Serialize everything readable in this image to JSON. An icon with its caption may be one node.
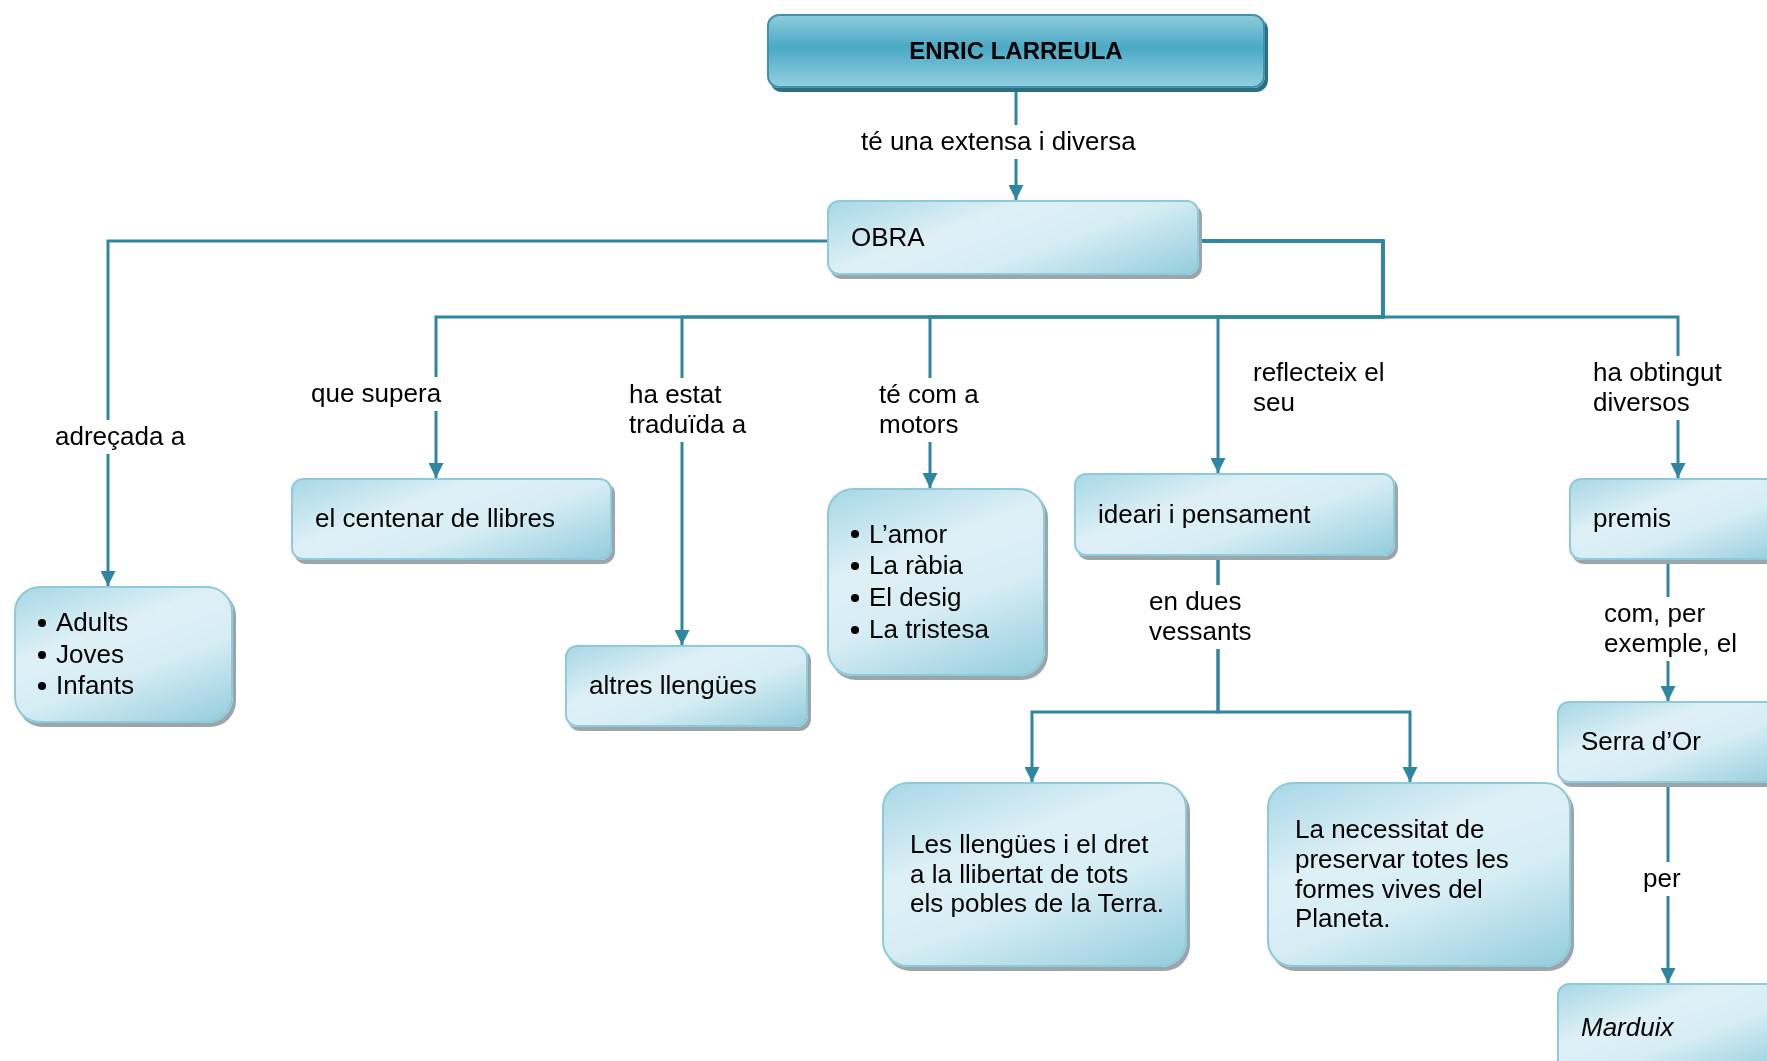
{
  "diagram": {
    "nodes": [
      {
        "text": [
          "ENRIC LARREULA"
        ]
      },
      {
        "text": [
          "OBRA"
        ]
      },
      {
        "text": [
          "Adults",
          "Joves",
          "Infants"
        ]
      },
      {
        "text": [
          "el centenar de llibres"
        ]
      },
      {
        "text": [
          "altres llengües"
        ]
      },
      {
        "text": [
          "L’amor",
          "La ràbia",
          "El desig",
          "La tristesa"
        ]
      },
      {
        "text": [
          "ideari i pensament"
        ]
      },
      {
        "text": [
          "premis"
        ]
      },
      {
        "text": [
          "Les llengües i el dret a la llibertat de tots els pobles de la Terra."
        ]
      },
      {
        "text": [
          "La necessitat de preservar totes les formes vives del Planeta."
        ]
      },
      {
        "text": [
          "Serra d’Or"
        ]
      },
      {
        "text": [
          "Marduix"
        ]
      }
    ],
    "edges": [
      {
        "from": 0,
        "to": 1,
        "arrow": "to",
        "label": "té una extensa i diversa"
      },
      {
        "from": 1,
        "to": 2,
        "arrow": "to",
        "label": "adreçada a"
      },
      {
        "from": 1,
        "to": 3,
        "arrow": "to",
        "label": "que supera"
      },
      {
        "from": 1,
        "to": 4,
        "arrow": "to",
        "label": "ha estat traduïda a"
      },
      {
        "from": 1,
        "to": 5,
        "arrow": "to",
        "label": "té com a motors"
      },
      {
        "from": 1,
        "to": 6,
        "arrow": "to",
        "label": "reflecteix el seu"
      },
      {
        "from": 1,
        "to": 7,
        "arrow": "to",
        "label": "ha obtingut diversos"
      },
      {
        "from": 6,
        "to": 8,
        "arrow": "to",
        "label": "en dues vessants"
      },
      {
        "from": 6,
        "to": 9,
        "arrow": "to"
      },
      {
        "from": 7,
        "to": 10,
        "arrow": "to",
        "label": "com, per exemple, el"
      },
      {
        "from": 10,
        "to": 11,
        "arrow": "to",
        "label": "per"
      }
    ]
  }
}
